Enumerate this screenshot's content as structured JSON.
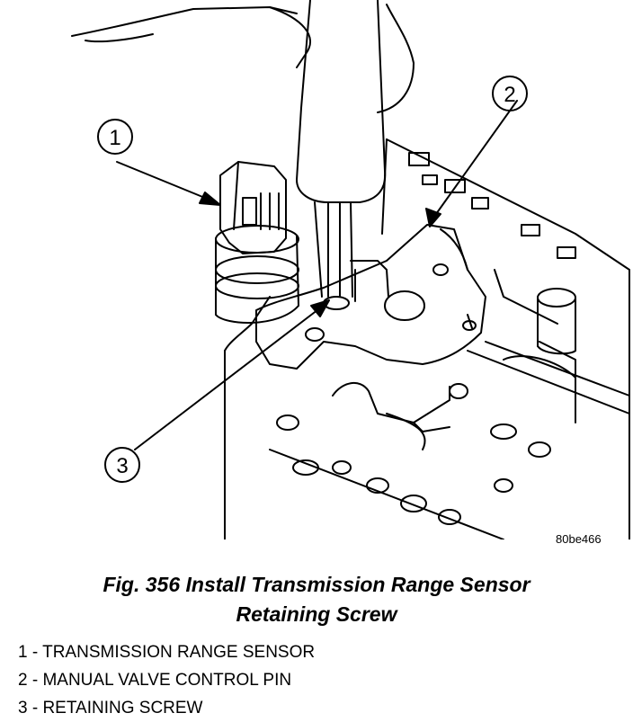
{
  "figure": {
    "callouts": [
      "1",
      "2",
      "3"
    ],
    "image_code": "80be466"
  },
  "caption": {
    "line1": "Fig. 356 Install Transmission Range Sensor",
    "line2": "Retaining Screw"
  },
  "legend": [
    "1 - TRANSMISSION RANGE SENSOR",
    "2 - MANUAL VALVE CONTROL PIN",
    "3 - RETAINING SCREW"
  ]
}
